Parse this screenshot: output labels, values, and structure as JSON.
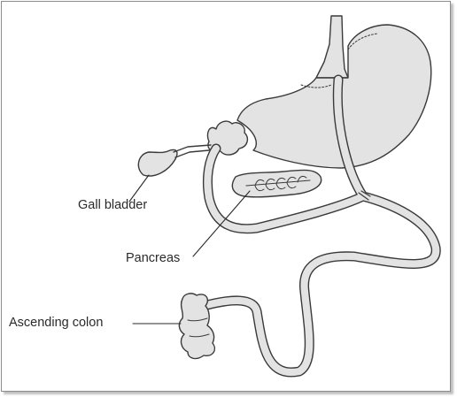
{
  "labels": {
    "gall_bladder": "Gall bladder",
    "pancreas": "Pancreas",
    "ascending_colon": "Ascending colon"
  },
  "colors": {
    "organ_fill": "#e3e3e3",
    "outline": "#3a3a3a",
    "background": "#ffffff"
  }
}
